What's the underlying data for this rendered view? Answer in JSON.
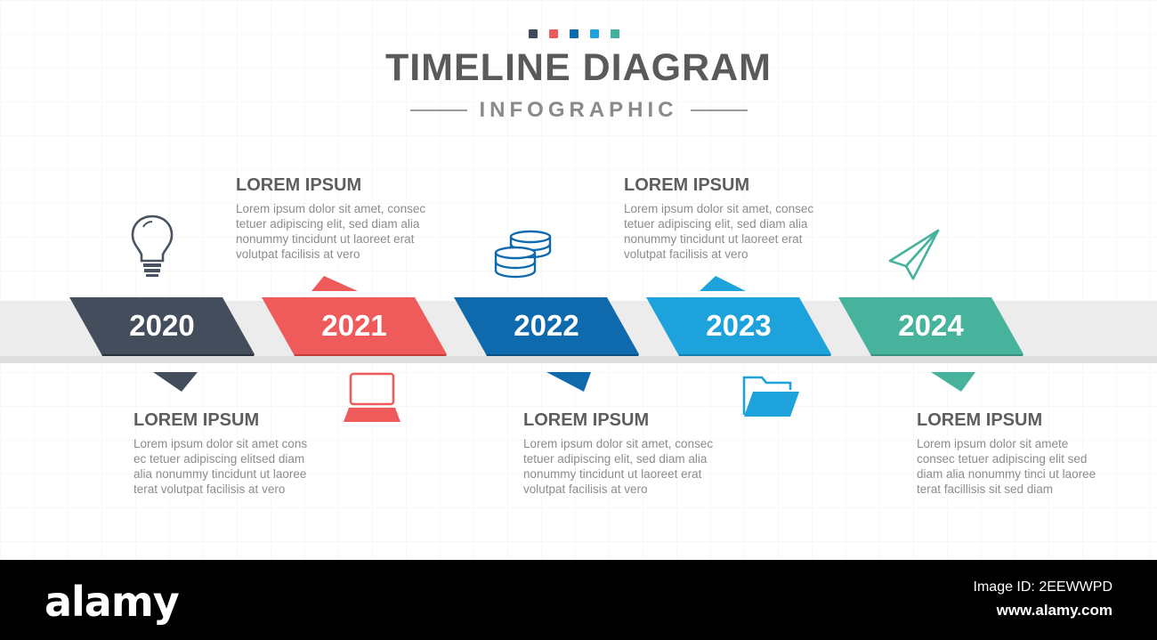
{
  "header": {
    "title": "TIMELINE DIAGRAM",
    "subtitle": "INFOGRAPHIC",
    "dot_colors": [
      "#3d4a5a",
      "#ef5a5a",
      "#0e6aad",
      "#1ea2dc",
      "#3fb39a"
    ]
  },
  "milestones": [
    {
      "year": "2020",
      "color": "#434d5c",
      "icon": "lightbulb-icon",
      "heading": "LOREM IPSUM",
      "lines": [
        "Lorem ipsum dolor sit amet cons",
        "ec tetuer adipiscing elitsed diam",
        "alia nonummy tincidunt ut laoree",
        "terat volutpat facilisis at vero"
      ]
    },
    {
      "year": "2021",
      "color": "#ef5a5a",
      "icon": "laptop-icon",
      "heading": "LOREM IPSUM",
      "lines": [
        "Lorem ipsum dolor sit amet, consec",
        "tetuer adipiscing elit, sed diam alia",
        "nonummy tincidunt ut laoreet erat",
        "volutpat facilisis at vero"
      ]
    },
    {
      "year": "2022",
      "color": "#0e6aad",
      "icon": "coins-icon",
      "heading": "LOREM IPSUM",
      "lines": [
        "Lorem ipsum dolor sit amet, consec",
        "tetuer adipiscing elit, sed diam alia",
        "nonummy tincidunt ut laoreet erat",
        "volutpat facilisis at vero"
      ]
    },
    {
      "year": "2023",
      "color": "#1ea2dc",
      "icon": "folder-icon",
      "heading": "LOREM IPSUM",
      "lines": [
        "Lorem ipsum dolor sit amet, consec",
        "tetuer adipiscing elit, sed diam alia",
        "nonummy tincidunt ut laoreet erat",
        "volutpat facilisis at vero"
      ]
    },
    {
      "year": "2024",
      "color": "#47b39c",
      "icon": "paper-plane-icon",
      "heading": "LOREM IPSUM",
      "lines": [
        "Lorem ipsum dolor sit amete",
        "consec tetuer adipiscing elit sed",
        "diam alia nonummy tinci ut laoree",
        "terat facillisis sit sed diam"
      ]
    }
  ],
  "footer": {
    "brand": "alamy",
    "image_id": "Image ID: 2EEWWPD",
    "url": "www.alamy.com"
  }
}
